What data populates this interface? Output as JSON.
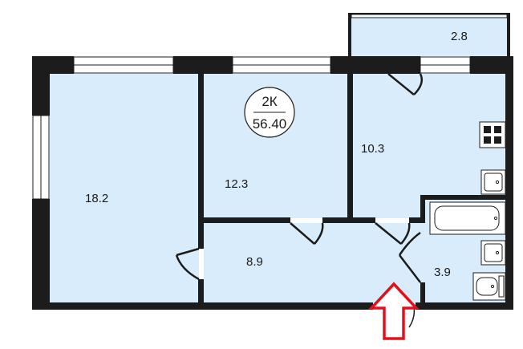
{
  "apartment": {
    "type_label": "2К",
    "total_area": "56.40"
  },
  "rooms": [
    {
      "id": "living-room",
      "area": "18.2"
    },
    {
      "id": "bedroom",
      "area": "12.3"
    },
    {
      "id": "kitchen",
      "area": "10.3"
    },
    {
      "id": "hallway",
      "area": "8.9"
    },
    {
      "id": "bathroom",
      "area": "3.9"
    },
    {
      "id": "balcony",
      "area": "2.8"
    }
  ],
  "colors": {
    "floor": "#d9ecfb",
    "wall": "#1c1c1c",
    "window": "#ffffff",
    "entrance_arrow": "#e0111b"
  },
  "icons": [
    "stove-icon",
    "kitchen-sink-icon",
    "bathtub-icon",
    "washbasin-icon",
    "toilet-icon",
    "entrance-arrow-icon"
  ]
}
